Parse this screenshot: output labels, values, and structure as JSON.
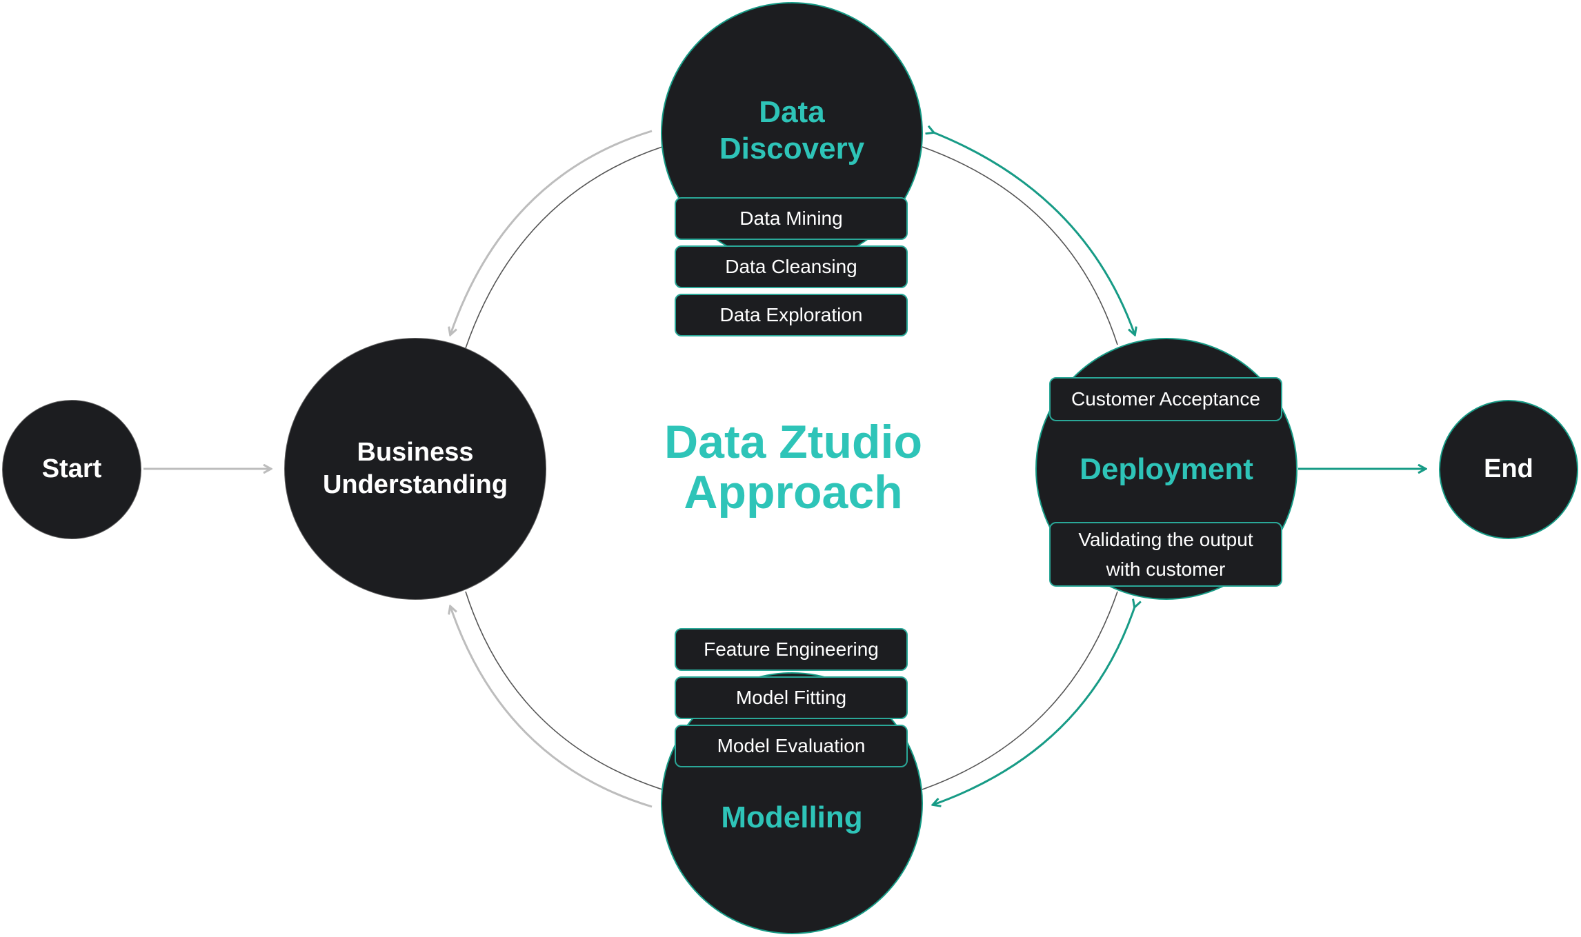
{
  "colors": {
    "node_fill": "#1c1d20",
    "accent": "#2ec4b8",
    "accent_stroke": "#179b86",
    "connector_gray": "#bdbdbd",
    "ring_line": "#555555",
    "text_white": "#ffffff"
  },
  "title": "Data Ztudio\nApproach",
  "nodes": {
    "start": {
      "label": "Start"
    },
    "business": {
      "label": "Business\nUnderstanding"
    },
    "discovery": {
      "label": "Data\nDiscovery",
      "tasks": [
        "Data Mining",
        "Data Cleansing",
        "Data Exploration"
      ]
    },
    "modelling": {
      "label": "Modelling",
      "tasks": [
        "Feature Engineering",
        "Model Fitting",
        "Model Evaluation"
      ]
    },
    "deployment": {
      "label": "Deployment",
      "tasks": [
        "Customer Acceptance",
        "Validating the output\nwith customer"
      ]
    },
    "end": {
      "label": "End"
    }
  }
}
